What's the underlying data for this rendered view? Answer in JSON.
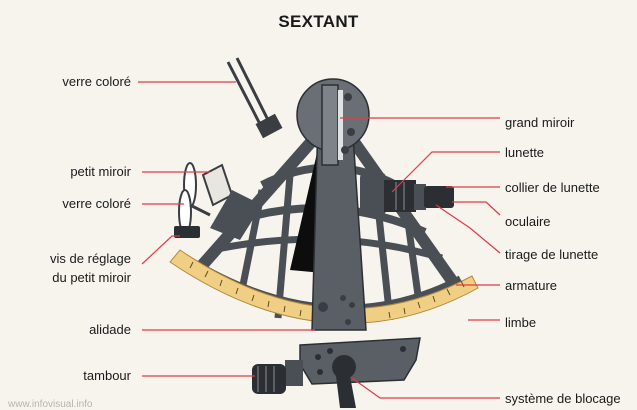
{
  "title": "SEXTANT",
  "watermark": "www.infovisual.info",
  "labels": {
    "verre_colore_top": "verre coloré",
    "petit_miroir": "petit miroir",
    "verre_colore_mid": "verre coloré",
    "vis_reglage_1": "vis de réglage",
    "vis_reglage_2": "du petit miroir",
    "alidade": "alidade",
    "tambour": "tambour",
    "grand_miroir": "grand miroir",
    "lunette": "lunette",
    "collier_de_lunette": "collier de lunette",
    "oculaire": "oculaire",
    "tirage_de_lunette": "tirage de lunette",
    "armature": "armature",
    "limbe": "limbe",
    "systeme_de_blocage": "système de blocage"
  },
  "colors": {
    "leader_line": "#e23a46",
    "frame": "#4a4f55",
    "frame_dark": "#2b2f33",
    "limb_scale": "#f0cf84",
    "background": "#f7f4ee"
  }
}
